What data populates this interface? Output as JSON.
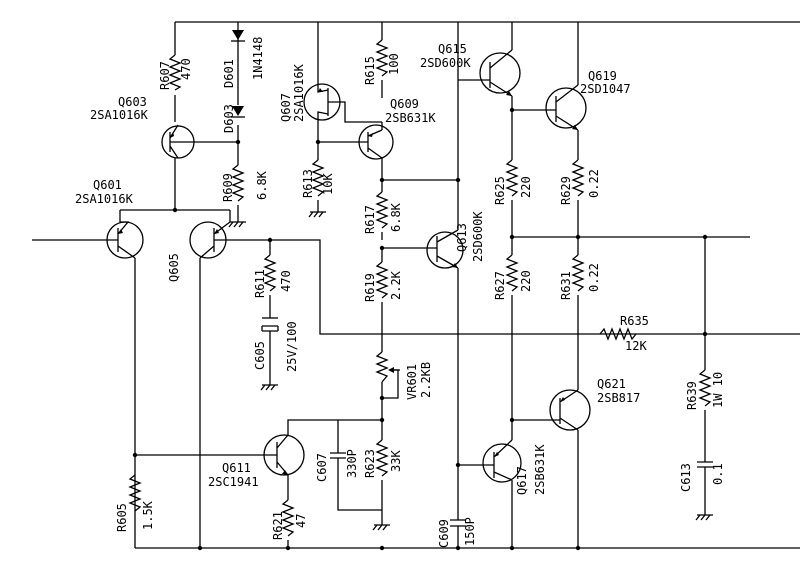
{
  "labels": {
    "q603_ref": "Q603",
    "q603_part": "2SA1016K",
    "q601_ref": "Q601",
    "q601_part": "2SA1016K",
    "q605_ref": "Q605",
    "q607_ref": "Q607",
    "q607_part": "2SA1016K",
    "q609_ref": "Q609",
    "q609_part": "2SB631K",
    "q611_ref": "Q611",
    "q611_part": "2SC1941",
    "q613_ref": "Q613",
    "q613_part": "2SD600K",
    "q615_ref": "Q615",
    "q615_part": "2SD600K",
    "q617_ref": "Q617",
    "q617_part": "2SB631K",
    "q619_ref": "Q619",
    "q619_part": "2SD1047",
    "q621_ref": "Q621",
    "q621_part": "2SB817",
    "r607_ref": "R607",
    "r607_val": "470",
    "d601_ref": "D601",
    "d601_part": "1N4148",
    "d603_ref": "D603",
    "r609_ref": "R609",
    "r609_val": "6.8K",
    "r613_ref": "R613",
    "r613_val": "10K",
    "r615_ref": "R615",
    "r615_val": "100",
    "r617_ref": "R617",
    "r617_val": "6.8K",
    "r619_ref": "R619",
    "r619_val": "2.2K",
    "r611_ref": "R611",
    "r611_val": "470",
    "c605_ref": "C605",
    "c605_val": "25V/100",
    "vr601_ref": "VR601",
    "vr601_val": "2.2KB",
    "c607_ref": "C607",
    "c607_val": "330P",
    "r623_ref": "R623",
    "r623_val": "33K",
    "r605_ref": "R605",
    "r605_val": "1.5K",
    "r621_ref": "R621",
    "r621_val": "47",
    "c609_ref": "C609",
    "c609_val": "150P",
    "r625_ref": "R625",
    "r625_val": "220",
    "r627_ref": "R627",
    "r627_val": "220",
    "r629_ref": "R629",
    "r629_val": "0.22",
    "r631_ref": "R631",
    "r631_val": "0.22",
    "r635_ref": "R635",
    "r635_val": "12K",
    "r639_ref": "R639",
    "r639_val": "1W 10",
    "c613_ref": "C613",
    "c613_val": "0.1"
  }
}
